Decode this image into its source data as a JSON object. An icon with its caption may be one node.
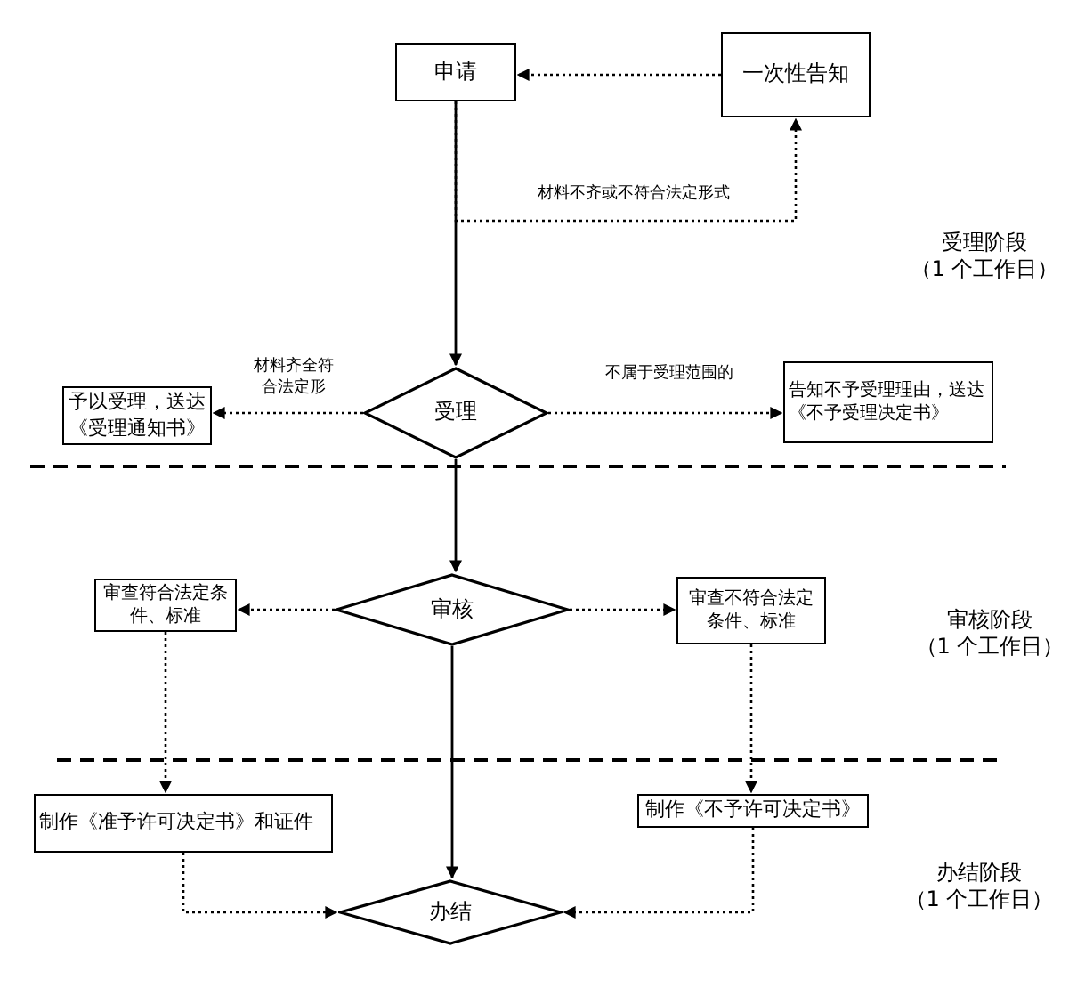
{
  "diagram": {
    "nodes": [
      {
        "text": [
          "申请"
        ]
      },
      {
        "text": [
          "一次性告知"
        ]
      },
      {
        "text": [
          "受理"
        ]
      },
      {
        "text": [
          "予以受理，送达《受理通知书》"
        ]
      },
      {
        "text": [
          "告知不予受理理由，送达《不予受理决定书》"
        ]
      },
      {
        "text": [
          "审核"
        ]
      },
      {
        "text": [
          "审查符合法定条件、标准"
        ]
      },
      {
        "text": [
          "审查不符合法定条件、标准"
        ]
      },
      {
        "text": [
          "制作《准予许可决定书》和证件"
        ]
      },
      {
        "text": [
          "制作《不予许可决定书》"
        ]
      },
      {
        "text": [
          "办结"
        ]
      }
    ],
    "edges": [
      {
        "from": 0,
        "to": 2,
        "arrow": "to"
      },
      {
        "from": 0,
        "to": 1,
        "arrow": "to",
        "label": "材料不齐或不符合法定形式",
        "style": "dashed"
      },
      {
        "from": 1,
        "to": 0,
        "arrow": "to",
        "style": "dashed"
      },
      {
        "from": 2,
        "to": 3,
        "arrow": "to",
        "label": "材料齐全符合法定形",
        "style": "dashed"
      },
      {
        "from": 2,
        "to": 4,
        "arrow": "to",
        "label": "不属于受理范围的",
        "style": "dashed"
      },
      {
        "from": 2,
        "to": 5,
        "arrow": "to"
      },
      {
        "from": 5,
        "to": 6,
        "arrow": "to",
        "style": "dashed"
      },
      {
        "from": 5,
        "to": 7,
        "arrow": "to",
        "style": "dashed"
      },
      {
        "from": 6,
        "to": 8,
        "arrow": "to",
        "style": "dashed"
      },
      {
        "from": 7,
        "to": 9,
        "arrow": "to",
        "style": "dashed"
      },
      {
        "from": 5,
        "to": 10,
        "arrow": "to"
      },
      {
        "from": 8,
        "to": 10,
        "arrow": "to",
        "style": "dashed"
      },
      {
        "from": 9,
        "to": 10,
        "arrow": "to",
        "style": "dashed"
      }
    ],
    "labels": [
      "受理阶段",
      "（1 个工作日）",
      "审核阶段",
      "（1 个工作日）",
      "办结阶段",
      "（1 个工作日）"
    ]
  }
}
